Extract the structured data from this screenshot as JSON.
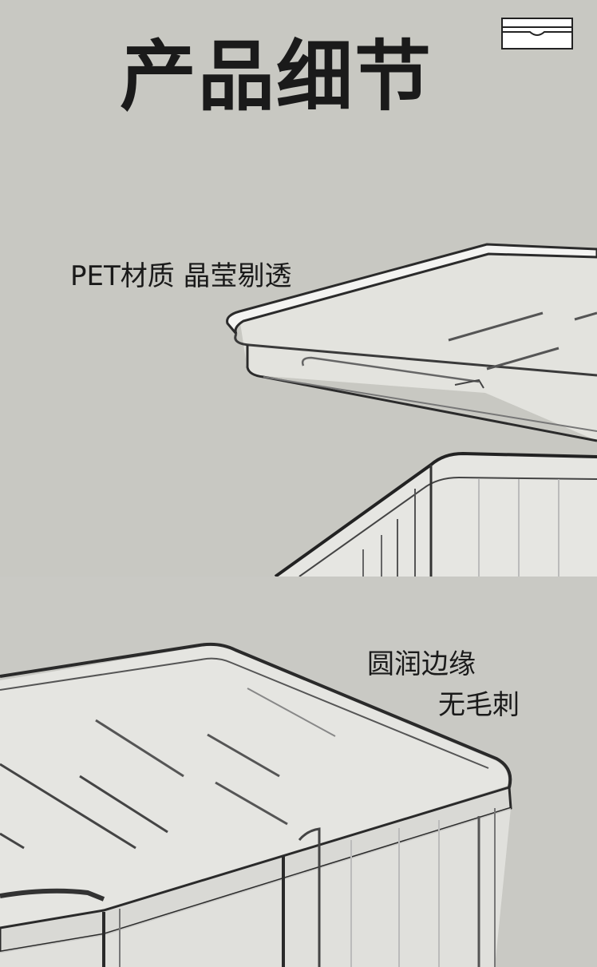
{
  "header": {
    "title": "产品细节",
    "icon": "storage-lid-icon"
  },
  "features": {
    "material_caption": "PET材质 晶莹剔透",
    "edge_caption_line1": "圆润边缘",
    "edge_caption_line2": "无毛刺"
  },
  "colors": {
    "background_top": "#c8c8c2",
    "background_bottom": "#c9c9c4",
    "text": "#1a1a1a",
    "plastic_edge": "#2a2a2a",
    "plastic_body": "#e6e6e2"
  }
}
